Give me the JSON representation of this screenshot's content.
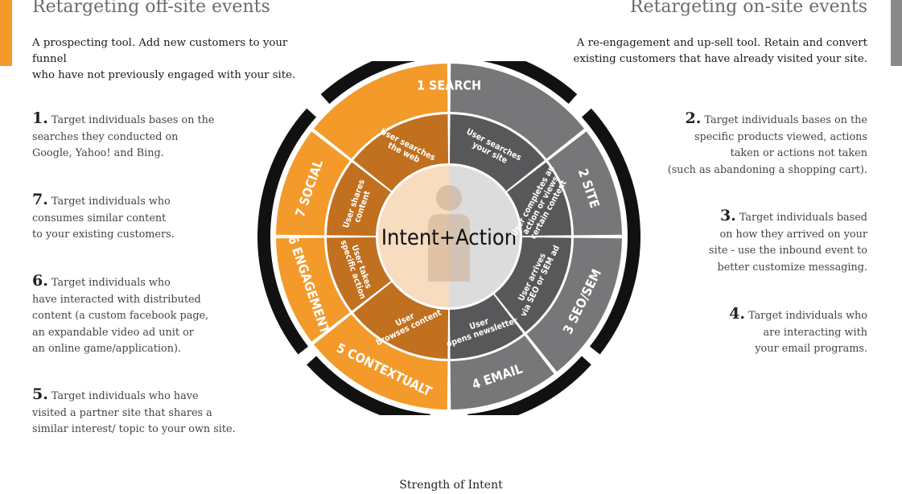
{
  "left": {
    "heading": "Retargeting off-site events",
    "intro": "A prospecting tool. Add new customers to your funnel\nwho have not previously engaged with your site.",
    "notes": [
      {
        "num": "1.",
        "text": " Target individuals bases on the\nsearches they conducted on\nGoogle, Yahoo! and Bing."
      },
      {
        "num": "7.",
        "text": " Target individuals who\nconsumes similar content\nto your existing customers."
      },
      {
        "num": "6.",
        "text": " Target individuals who\nhave interacted with distributed\ncontent (a custom facebook page,\nan expandable video ad unit or\nan online game/application)."
      },
      {
        "num": "5.",
        "text": " Target individuals who have\nvisited a partner site that shares a\nsimilar interest/ topic to your own site."
      }
    ]
  },
  "right": {
    "heading": "Retargeting on-site events",
    "intro": "A re-engagement and up-sell tool. Retain and convert\nexisting customers that have already visited your site.",
    "notes": [
      {
        "num": "2.",
        "text": " Target individuals bases on the\nspecific products viewed, actions\ntaken or actions not taken\n(such as abandoning a shopping cart)."
      },
      {
        "num": "3.",
        "text": " Target individuals based\non how they arrived on your\nsite - use the inbound event to\nbetter customize messaging."
      },
      {
        "num": "4.",
        "text": " Target individuals who\nare interacting with\nyour email programs."
      }
    ]
  },
  "wheel": {
    "center_label": "Intent+Action",
    "person_icon": "person-icon",
    "colors": {
      "orange_outer": "#f39a2b",
      "orange_inner": "#c0701f",
      "gray_outer": "#77777a",
      "gray_inner": "#58585b",
      "center_left": "#f7dcc0",
      "center_right": "#dcdcdc",
      "ring": "#111111"
    },
    "segments": [
      {
        "label": "1 SEARCH",
        "inner_left": [
          "User searches",
          "the web"
        ],
        "inner_right": [
          "User searches",
          "your site"
        ]
      },
      {
        "label": "2 SITE",
        "inner": [
          "User completes an",
          "action or views",
          "certain content"
        ]
      },
      {
        "label": "3 SEO/SEM",
        "inner": [
          "User arrives",
          "via SEO or SEM ad"
        ]
      },
      {
        "label": "4 EMAIL",
        "inner": [
          "User",
          "opens newsletter"
        ]
      },
      {
        "label": "5 CONTEXTUALT",
        "inner": [
          "User",
          "browses content"
        ]
      },
      {
        "label": "6 ENGAGEMENT",
        "inner": [
          "User takes",
          "specific action"
        ]
      },
      {
        "label": "7 SOCIAL",
        "inner": [
          "User shares",
          "content"
        ]
      }
    ]
  },
  "footer": "Strength of Intent"
}
